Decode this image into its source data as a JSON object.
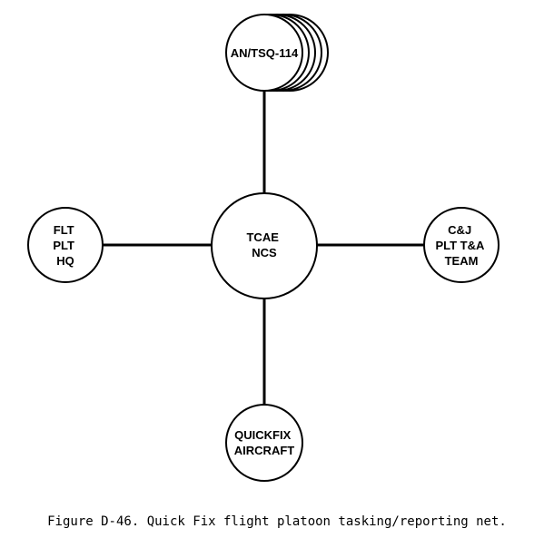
{
  "diagram": {
    "nodes": [
      {
        "id": "antsq",
        "lines": [
          "AN/TSQ-114"
        ]
      },
      {
        "id": "tcae",
        "lines": [
          "TCAE",
          "NCS"
        ]
      },
      {
        "id": "flt",
        "lines": [
          "FLT",
          "PLT",
          "HQ"
        ]
      },
      {
        "id": "cj",
        "lines": [
          "C&J",
          "PLT T&A",
          "TEAM"
        ]
      },
      {
        "id": "quickfix",
        "lines": [
          "QUICKFIX",
          "AIRCRAFT"
        ]
      }
    ],
    "edges": [
      {
        "from": "tcae",
        "to": "antsq"
      },
      {
        "from": "tcae",
        "to": "flt"
      },
      {
        "from": "tcae",
        "to": "cj"
      },
      {
        "from": "tcae",
        "to": "quickfix"
      }
    ]
  },
  "caption": "Figure D-46. Quick Fix flight platoon tasking/reporting net."
}
